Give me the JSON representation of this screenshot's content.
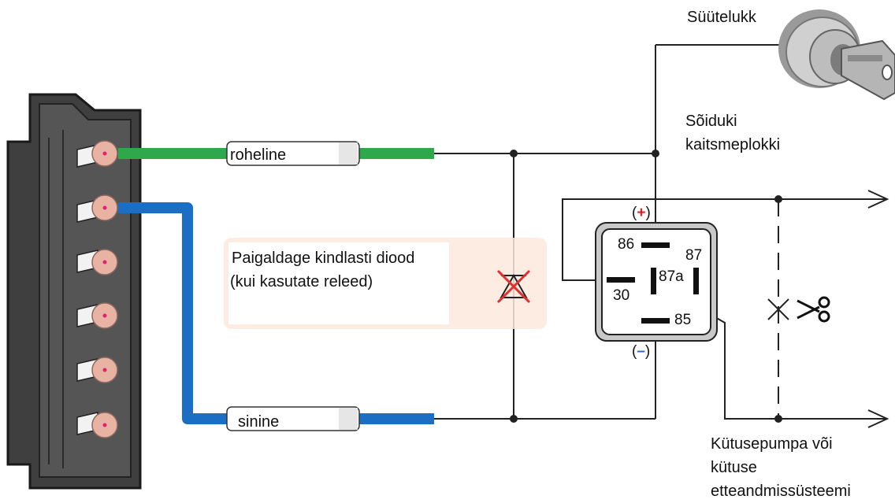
{
  "labels": {
    "ignition": "Süütelukk",
    "fuse_line1": "Sõiduki",
    "fuse_line2": "kaitsmeplokki",
    "green_wire": "roheline",
    "blue_wire": "sinine",
    "diode_note_line1": "Paigaldage kindlasti diood",
    "diode_note_line2": "(kui kasutate releed)",
    "pump_line1": "Kütusepumpa või",
    "pump_line2": "kütuse",
    "pump_line3": "etteandmissüsteemi"
  },
  "relay": {
    "pin86": "86",
    "pin87": "87",
    "pin87a": "87a",
    "pin30": "30",
    "pin85": "85",
    "plus_open": "(",
    "plus_sign": "+",
    "plus_close": ")",
    "minus_open": "(",
    "minus_sign": "–",
    "minus_close": ")"
  },
  "colors": {
    "green_wire": "#2ea84a",
    "blue_wire": "#1a6fc4",
    "plus": "#e02020",
    "minus": "#1a6fc4",
    "connector": "#4a4a4a",
    "pin_pad": "#e8b3a3",
    "note_bg": "#fde9dd",
    "diode_cross": "#e03030"
  },
  "icons": {
    "ignition_switch": "ignition-key-icon",
    "scissors": "scissors-icon",
    "cut_mark": "cross-mark-icon"
  }
}
